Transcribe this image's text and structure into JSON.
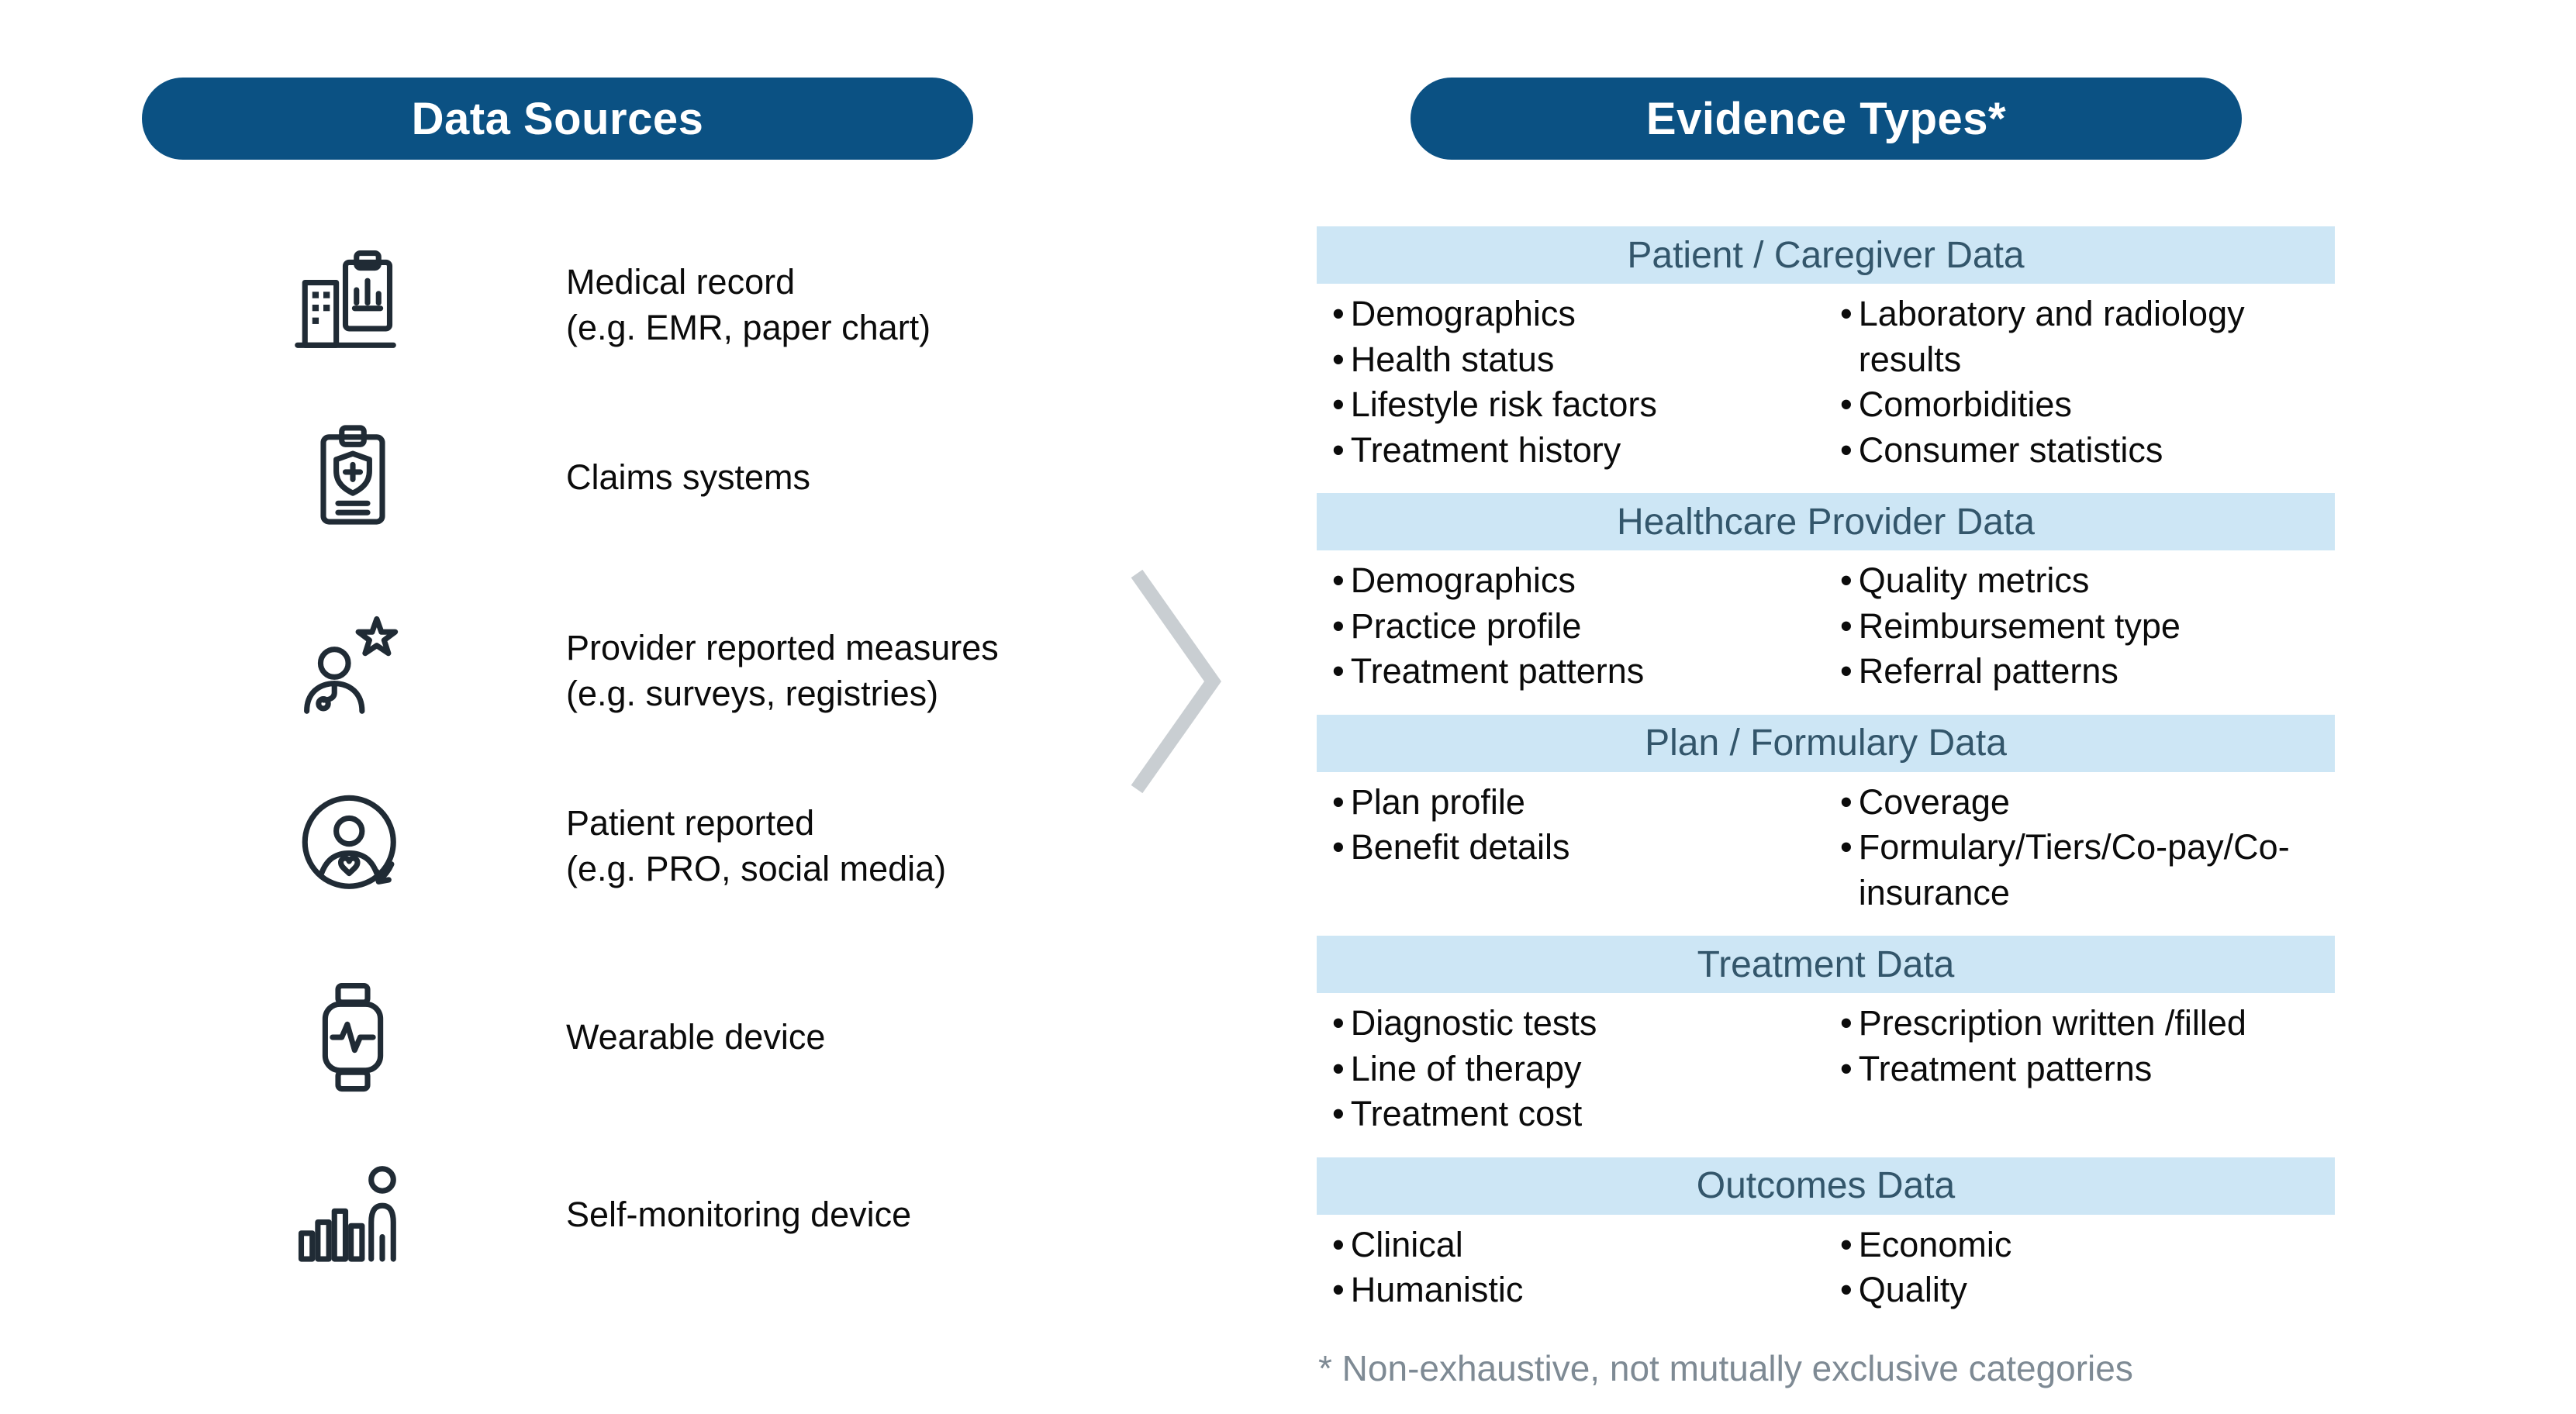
{
  "titles": {
    "data_sources": "Data Sources",
    "evidence_types": "Evidence Types*"
  },
  "bullet_char": "•",
  "footnote": "* Non-exhaustive, not mutually exclusive categories",
  "colors": {
    "pill_bg": "#0B5183",
    "section_bg": "#CDE6F5",
    "section_title": "#33566B",
    "icon_ink": "#202B35",
    "chevron": "#C9CED2",
    "footnote_color": "#7E8A94",
    "text": "#0B0B0B"
  },
  "data_sources": [
    {
      "icon": "medical-record-icon",
      "lines": [
        "Medical record",
        "(e.g. EMR, paper chart)"
      ]
    },
    {
      "icon": "claims-systems-icon",
      "lines": [
        "Claims systems"
      ]
    },
    {
      "icon": "provider-reported-icon",
      "lines": [
        "Provider reported measures",
        "(e.g. surveys, registries)"
      ]
    },
    {
      "icon": "patient-reported-icon",
      "lines": [
        "Patient reported",
        "(e.g. PRO, social media)"
      ]
    },
    {
      "icon": "wearable-device-icon",
      "lines": [
        "Wearable device"
      ]
    },
    {
      "icon": "self-monitoring-device-icon",
      "lines": [
        "Self-monitoring device"
      ]
    }
  ],
  "evidence_sections": [
    {
      "title": "Patient / Caregiver Data",
      "left": [
        "Demographics",
        "Health status",
        "Lifestyle risk factors",
        "Treatment history"
      ],
      "right": [
        "Laboratory and radiology results",
        "Comorbidities",
        "Consumer statistics"
      ]
    },
    {
      "title": "Healthcare Provider Data",
      "left": [
        "Demographics",
        "Practice profile",
        "Treatment patterns"
      ],
      "right": [
        "Quality metrics",
        "Reimbursement type",
        "Referral patterns"
      ]
    },
    {
      "title": "Plan / Formulary Data",
      "left": [
        "Plan profile",
        "Benefit details"
      ],
      "right": [
        "Coverage",
        "Formulary/Tiers/Co-pay/Co-insurance"
      ]
    },
    {
      "title": "Treatment Data",
      "left": [
        "Diagnostic tests",
        "Line of therapy",
        "Treatment cost"
      ],
      "right": [
        "Prescription written /filled",
        "Treatment patterns"
      ]
    },
    {
      "title": "Outcomes Data",
      "left": [
        "Clinical",
        "Humanistic"
      ],
      "right": [
        "Economic",
        "Quality"
      ]
    }
  ]
}
